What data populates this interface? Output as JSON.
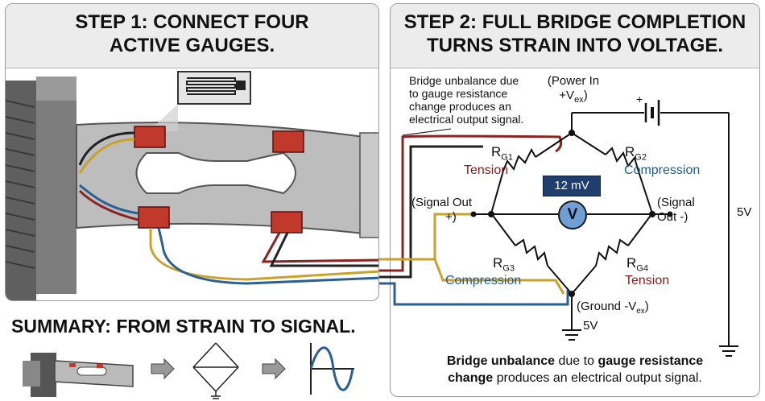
{
  "step1": {
    "title_bold": "STEP 1:",
    "title_rest": "CONNECT FOUR",
    "title_line2": "ACTIVE GAUGES."
  },
  "step2": {
    "title_bold": "STEP 2:",
    "title_rest": "FULL BRIDGE COMPLETION",
    "title_line2": "TURNS STRAIN INTO VOLTAGE."
  },
  "callout": {
    "line1": "Bridge unbalance due",
    "line2": "to gauge resistance",
    "line3": "change produces an",
    "line4": "electrical output signal."
  },
  "power_in": {
    "line1": "(Power In",
    "line2_prefix": "+V",
    "line2_sub": "ex",
    "line2_suffix": ")"
  },
  "ground": {
    "prefix": "(Ground -V",
    "sub": "ex",
    "suffix": ")"
  },
  "battery_plus": "+",
  "supply_voltage": "5V",
  "ground_voltage": "5V",
  "signal_out_plus": {
    "line1": "(Signal Out",
    "line2": "+)"
  },
  "signal_out_minus": {
    "line1": "(Signal",
    "line2": "Out -)"
  },
  "meter_reading": "12 mV",
  "voltmeter_symbol": "V",
  "resistors": [
    {
      "id": "G1",
      "label": "R",
      "sub": "G1",
      "type": "Tension"
    },
    {
      "id": "G2",
      "label": "R",
      "sub": "G2",
      "type": "Compression"
    },
    {
      "id": "G3",
      "label": "R",
      "sub": "G3",
      "type": "Compression"
    },
    {
      "id": "G4",
      "label": "R",
      "sub": "G4",
      "type": "Tension"
    }
  ],
  "summary_title": "SUMMARY: FROM STRAIN TO SIGNAL.",
  "bottom_note": {
    "part1": "Bridge unbalance",
    "part2": " due to ",
    "part3": "gauge resistance",
    "part4": "change",
    "part5": " produces an electrical output signal."
  },
  "colors": {
    "tension": "#8b1a1a",
    "compression": "#1f5b8f",
    "wire_red": "#8b2323",
    "wire_blue": "#2a5f95",
    "wire_yellow": "#c8a22a",
    "wire_black": "#222222",
    "gauge_red": "#c0392b",
    "meter_bg": "#1e3f6e"
  }
}
